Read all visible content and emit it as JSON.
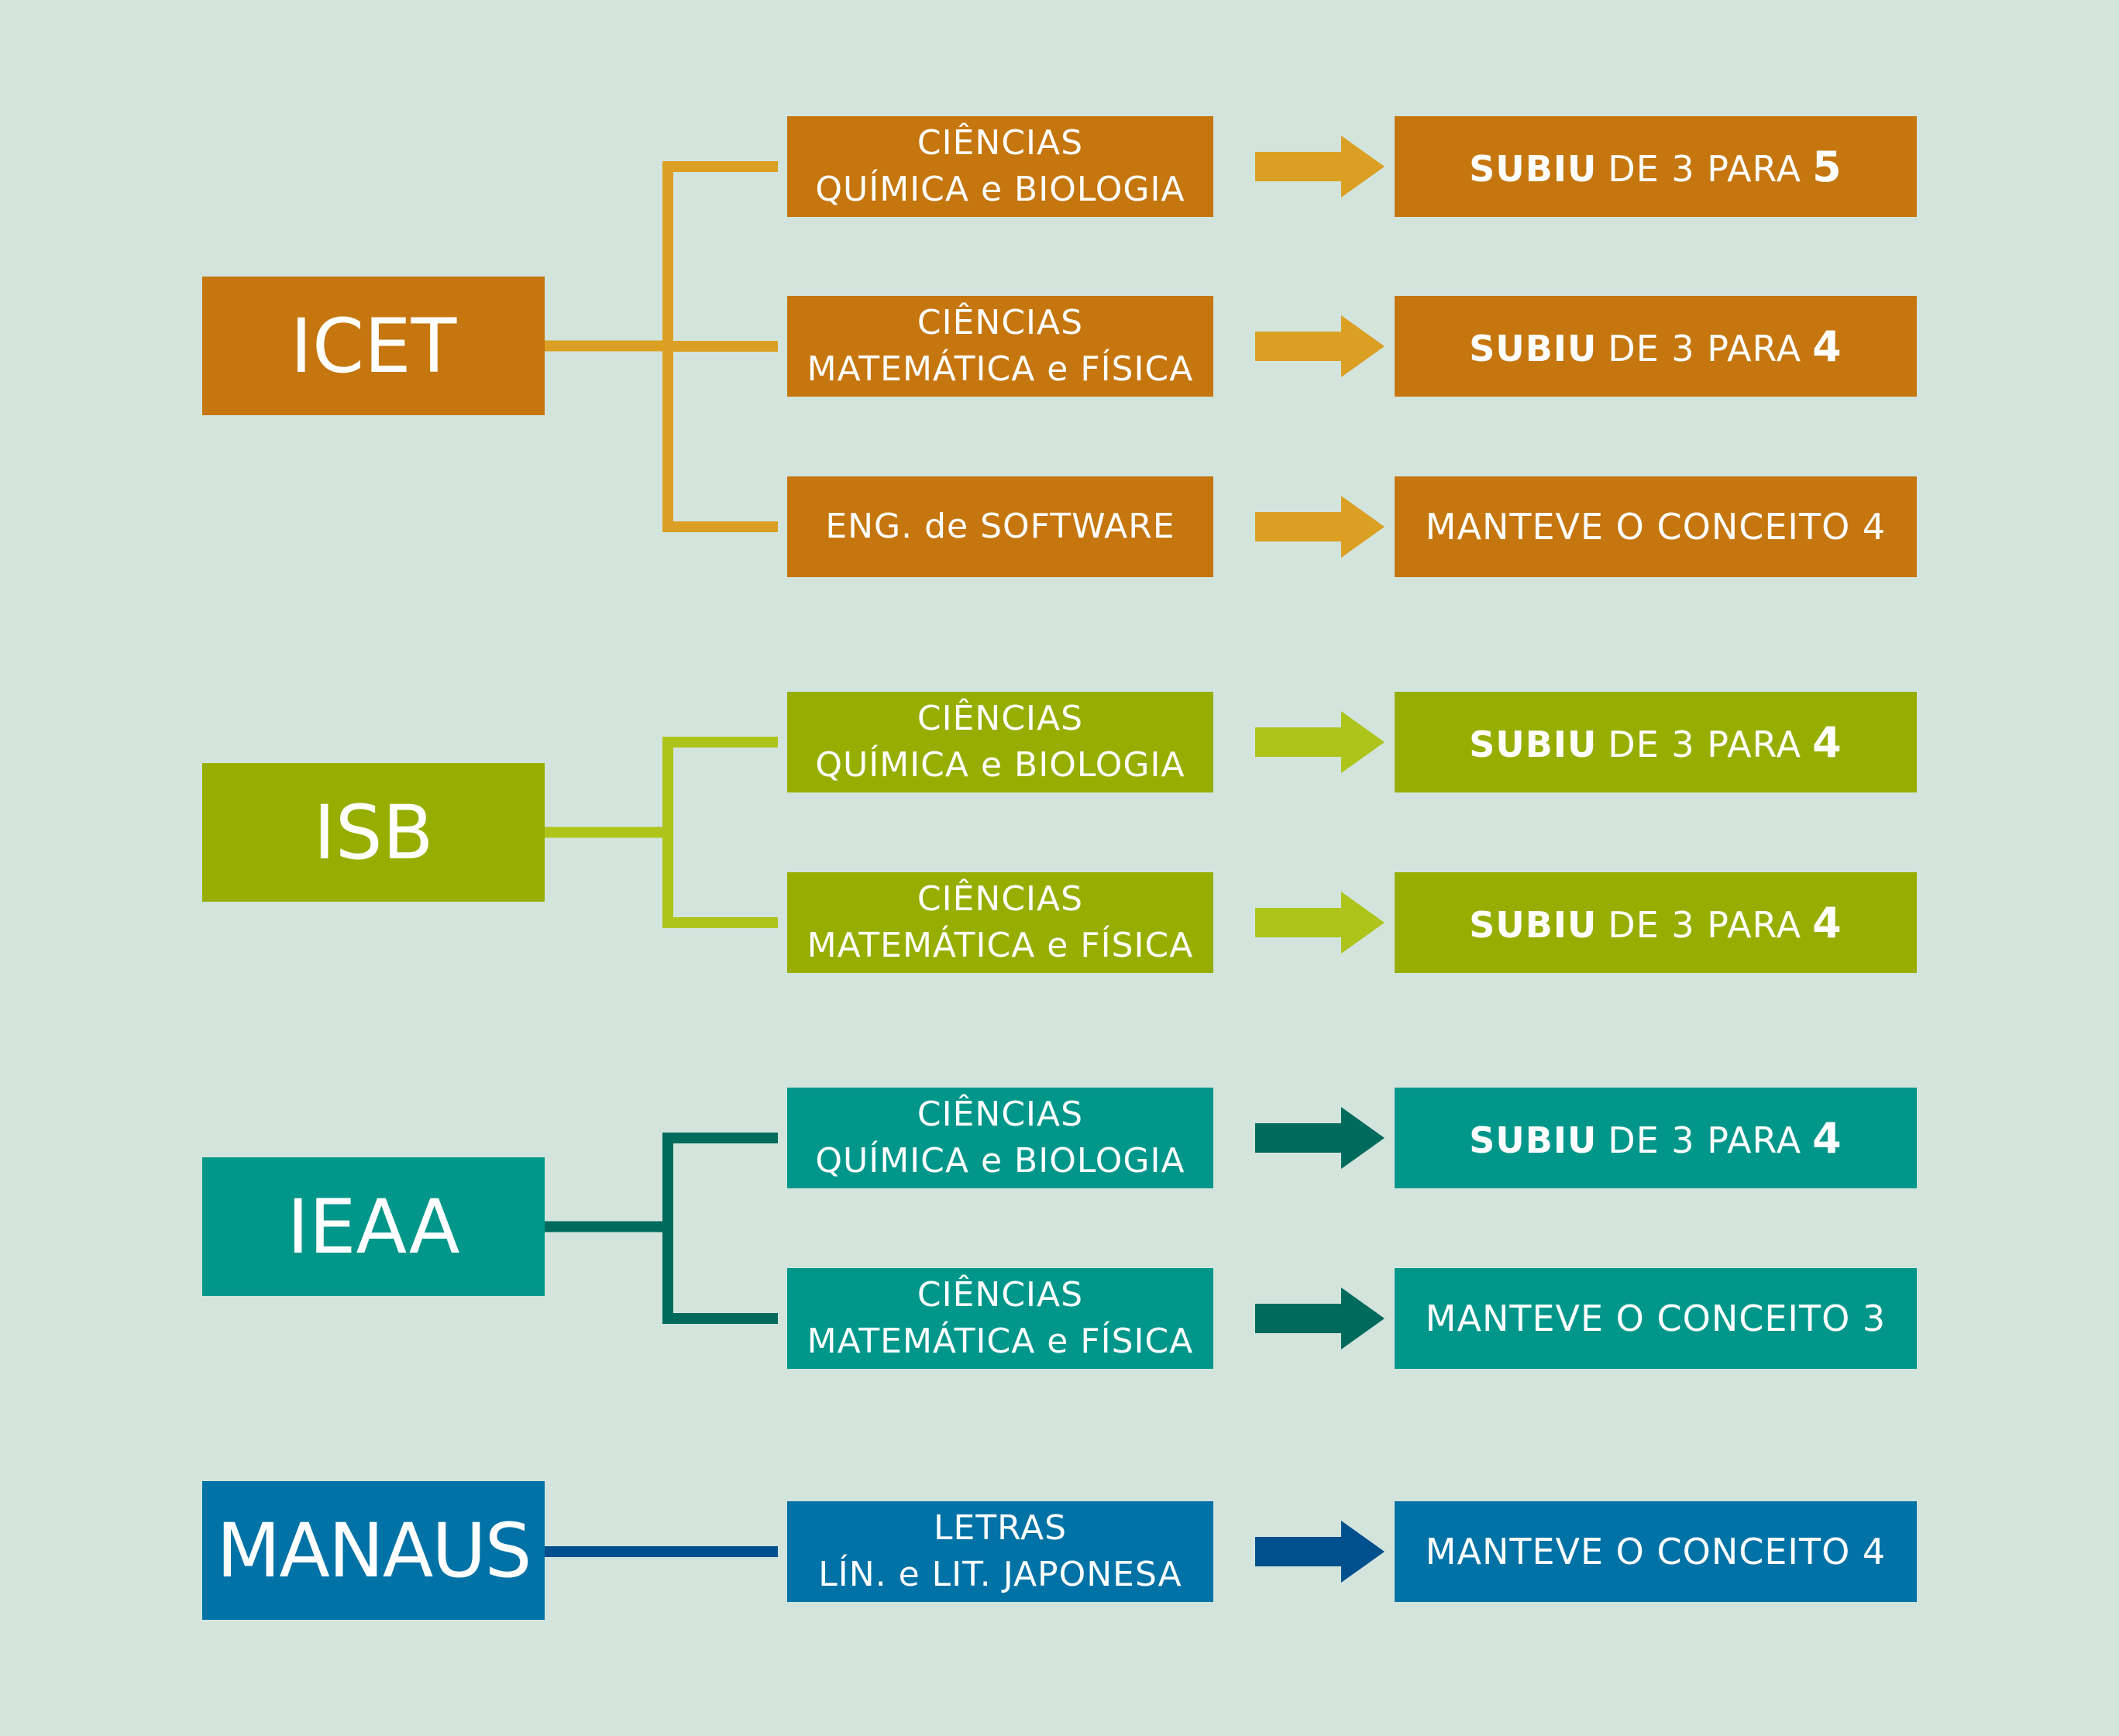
{
  "colors": {
    "background": "#d3e4dd",
    "icet_box": "#c5760e",
    "icet_line": "#dba023",
    "isb_box": "#97ae00",
    "isb_line": "#aec41b",
    "ieaa_box": "#00978a",
    "ieaa_line": "#006b5d",
    "manaus_box": "#0072a6",
    "manaus_line": "#00508d"
  },
  "groups": [
    {
      "unit": "ICET",
      "rows": [
        {
          "course": [
            "CIÊNCIAS",
            "QUÍMICA e BIOLOGIA"
          ],
          "result": {
            "type": "up",
            "word": "SUBIU",
            "middle": "DE 3 PARA",
            "to": "5"
          }
        },
        {
          "course": [
            "CIÊNCIAS",
            "MATEMÁTICA e FÍSICA"
          ],
          "result": {
            "type": "up",
            "word": "SUBIU",
            "middle": "DE 3 PARA",
            "to": "4"
          }
        },
        {
          "course": [
            "ENG. de SOFTWARE"
          ],
          "result": {
            "type": "kept",
            "text": "MANTEVE O CONCEITO 4"
          }
        }
      ]
    },
    {
      "unit": "ISB",
      "rows": [
        {
          "course": [
            "CIÊNCIAS",
            "QUÍMICA e BIOLOGIA"
          ],
          "result": {
            "type": "up",
            "word": "SUBIU",
            "middle": "DE 3 PARA",
            "to": "4"
          }
        },
        {
          "course": [
            "CIÊNCIAS",
            "MATEMÁTICA e FÍSICA"
          ],
          "result": {
            "type": "up",
            "word": "SUBIU",
            "middle": "DE 3 PARA",
            "to": "4"
          }
        }
      ]
    },
    {
      "unit": "IEAA",
      "rows": [
        {
          "course": [
            "CIÊNCIAS",
            "QUÍMICA e BIOLOGIA"
          ],
          "result": {
            "type": "up",
            "word": "SUBIU",
            "middle": "DE 3 PARA",
            "to": "4"
          }
        },
        {
          "course": [
            "CIÊNCIAS",
            "MATEMÁTICA e FÍSICA"
          ],
          "result": {
            "type": "kept",
            "text": "MANTEVE O CONCEITO 3"
          }
        }
      ]
    },
    {
      "unit": "MANAUS",
      "rows": [
        {
          "course": [
            "LETRAS",
            "LÍN. e LIT. JAPONESA"
          ],
          "result": {
            "type": "kept",
            "text": "MANTEVE O CONCEITO 4"
          }
        }
      ]
    }
  ]
}
